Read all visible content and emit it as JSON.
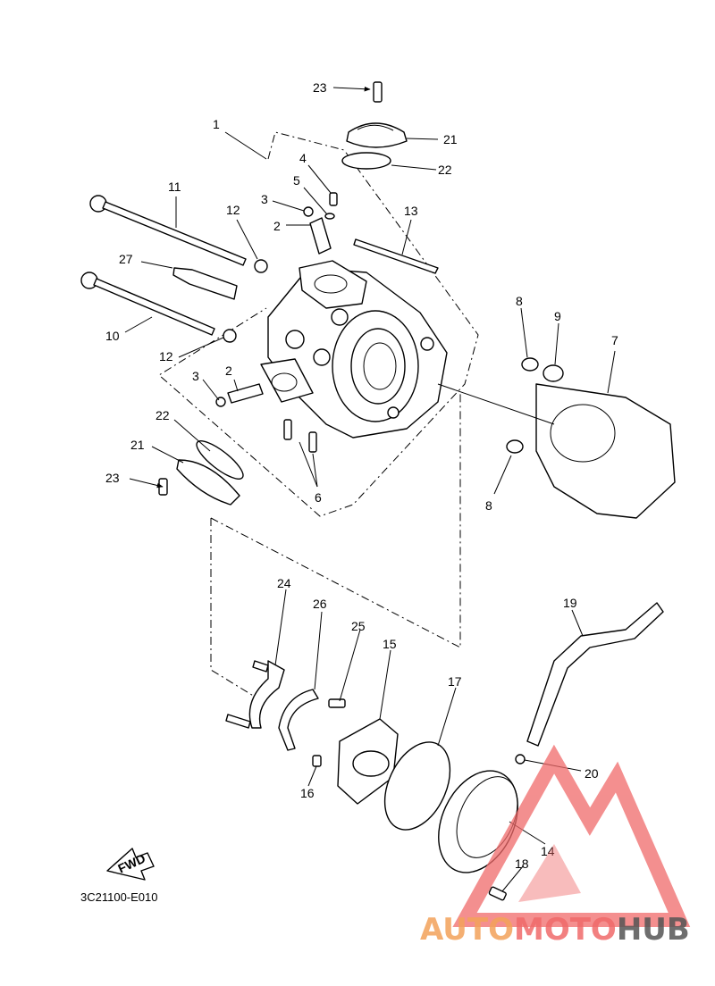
{
  "diagram_code": "3C21100-E010",
  "fwd_label": "FWD",
  "watermark": {
    "part1": "AUTO",
    "part2": "MOTO",
    "part3": "HUB",
    "color_primary": "#f3a25a",
    "color_secondary": "#f06a6a",
    "color_dark": "#555555"
  },
  "callouts": [
    "23",
    "21",
    "22",
    "1",
    "4",
    "5",
    "3",
    "2",
    "11",
    "12",
    "13",
    "27",
    "10",
    "12",
    "3",
    "2",
    "22",
    "21",
    "23",
    "6",
    "8",
    "9",
    "7",
    "8",
    "24",
    "26",
    "25",
    "15",
    "17",
    "19",
    "20",
    "16",
    "14",
    "18"
  ]
}
